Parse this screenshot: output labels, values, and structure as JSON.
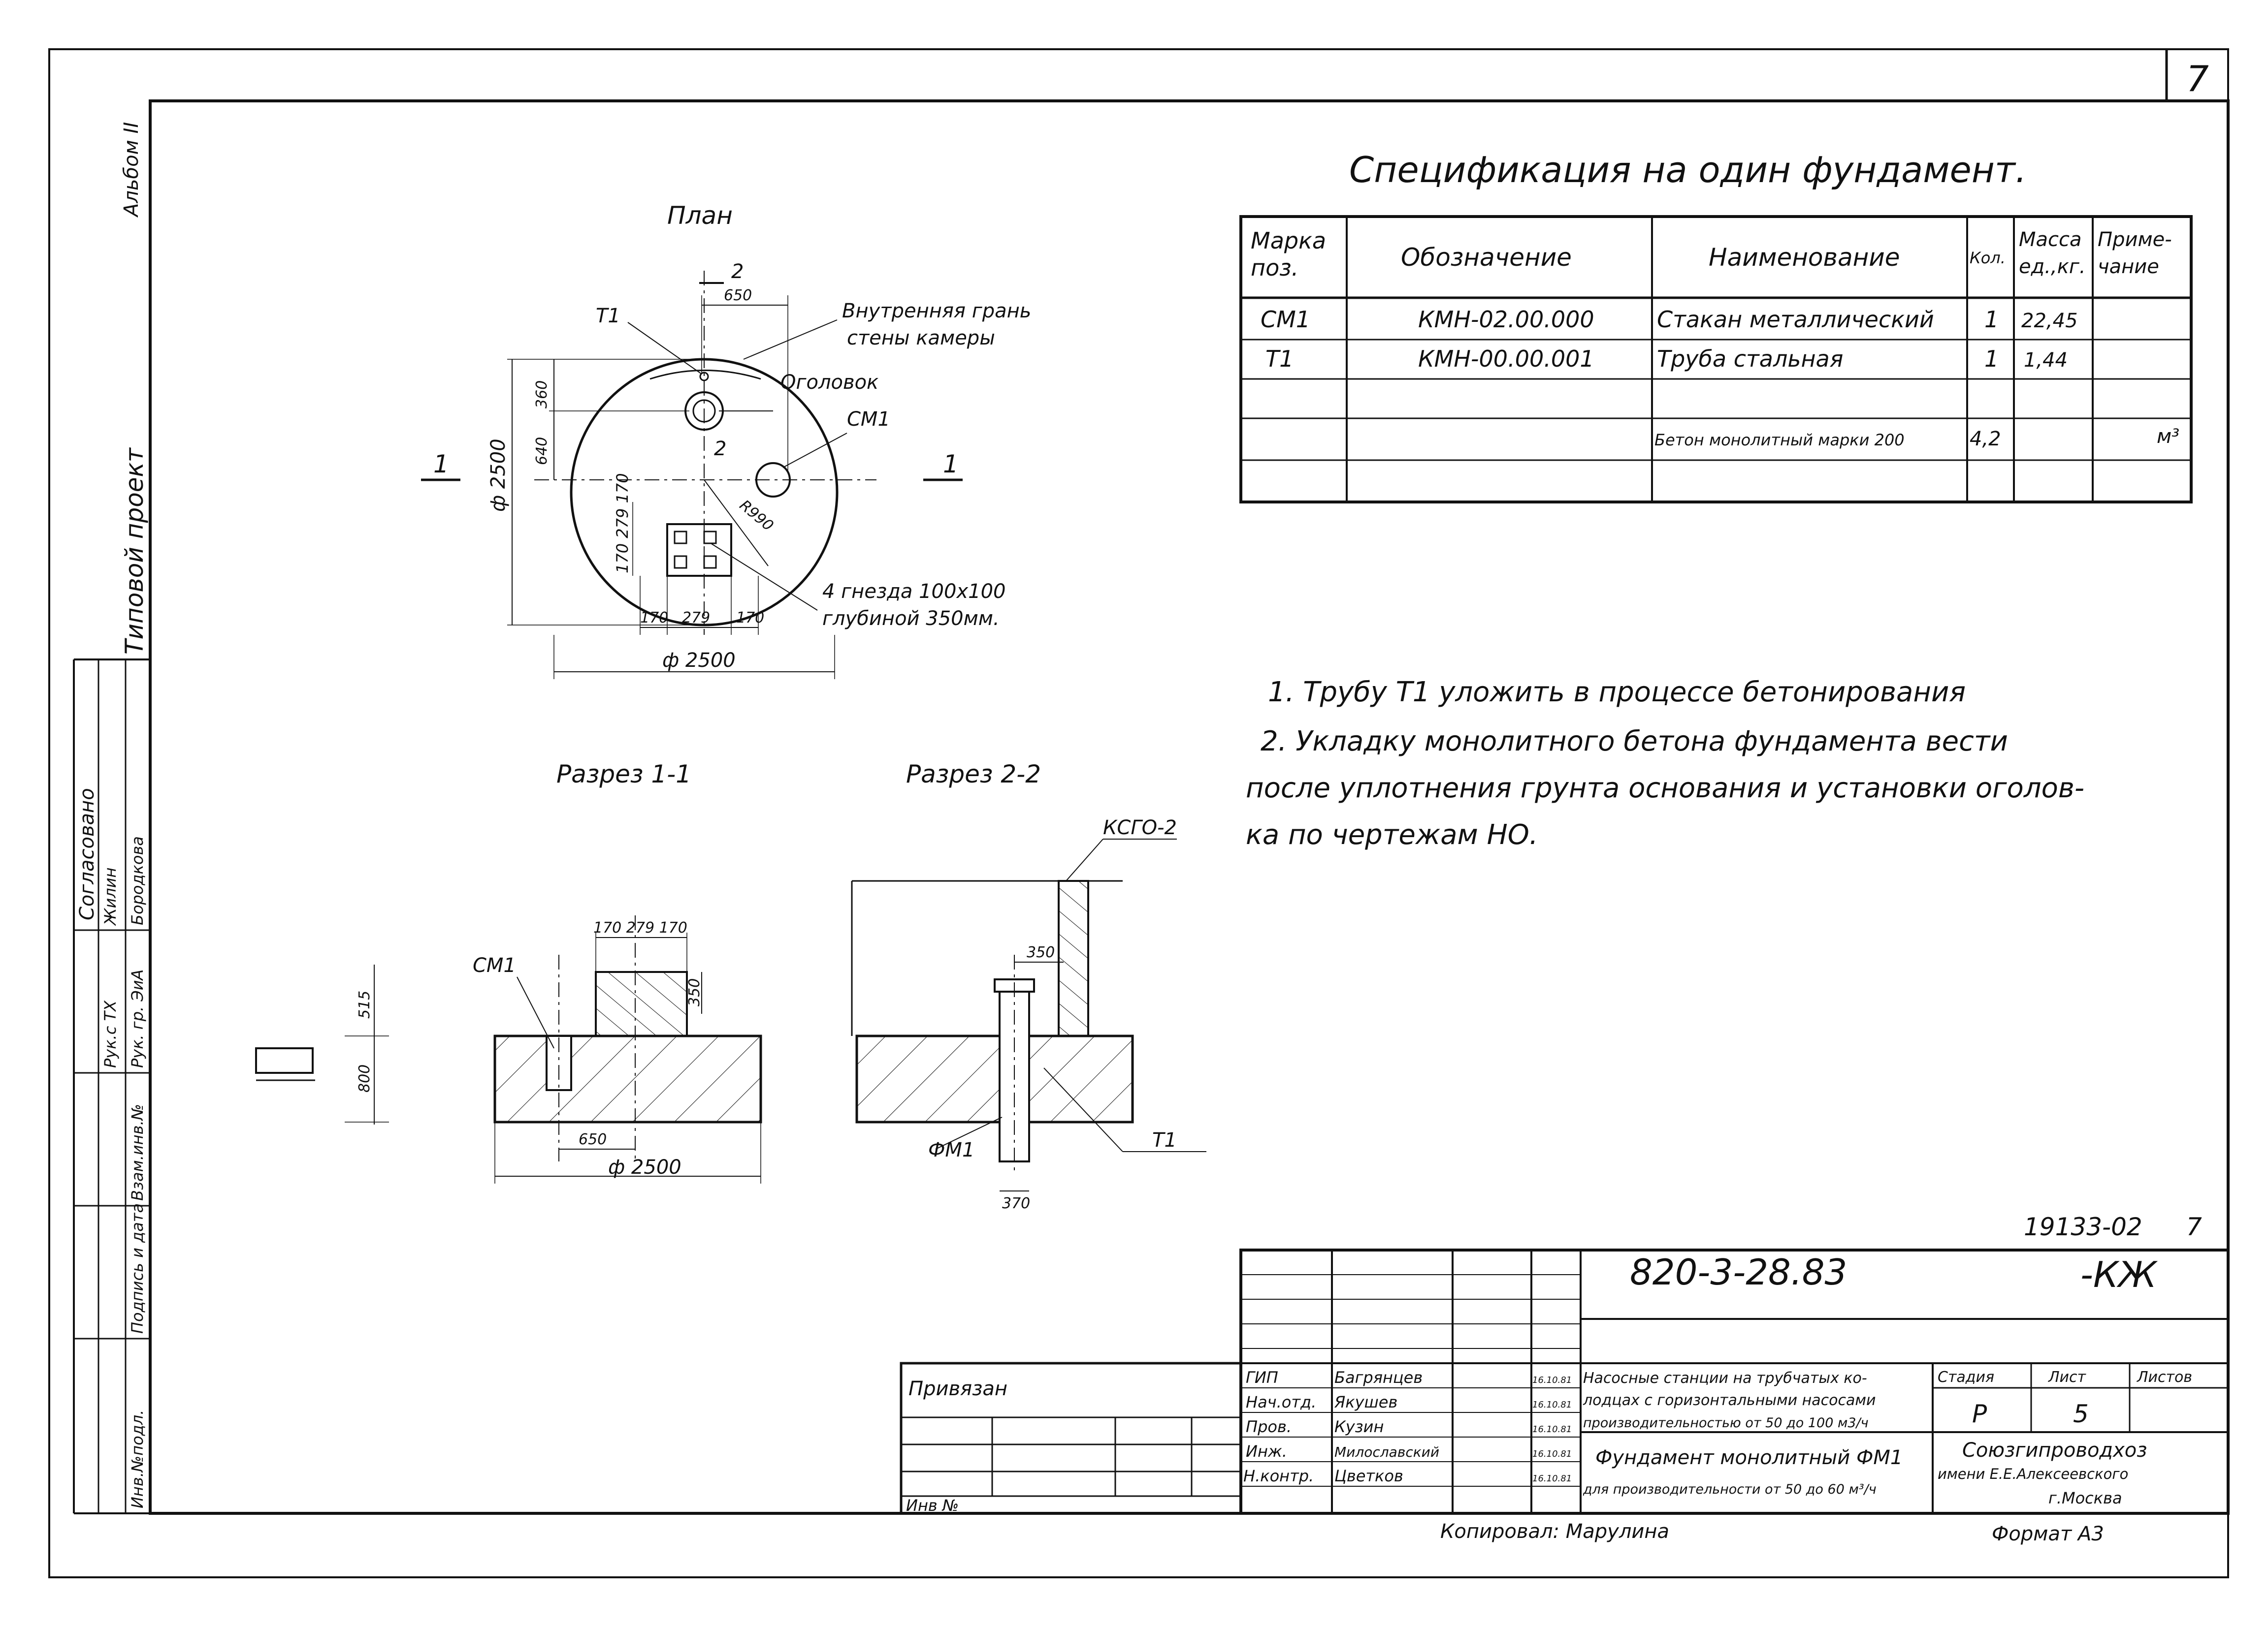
{
  "sheet": {
    "page_number": "7",
    "album": "Альбом II",
    "project_type": "Типовой проект"
  },
  "side_stamp": {
    "agreed": "Согласовано",
    "row1_role": "Рук.с ТХ",
    "row1_name": "Жилин",
    "row2_role": "Рук. гр. ЭиА",
    "row2_name": "Бородкова",
    "col1": "Взам.инв.№",
    "col2": "Подпись и дата",
    "col3": "Инв.№подл."
  },
  "plan": {
    "title": "План",
    "label_t1": "Т1",
    "label_inner_face_1": "Внутренняя грань",
    "label_inner_face_2": "стены камеры",
    "label_ogolovok": "Оголовок",
    "label_cm1": "СМ1",
    "label_r": "R990",
    "label_nests_1": "4 гнезда 100х100",
    "label_nests_2": "глубиной 350мм.",
    "dim_650": "650",
    "dim_360": "360",
    "dim_640": "640",
    "dim_dia_v": "ф 2500",
    "dim_dia_h": "ф 2500",
    "dim_170a": "170",
    "dim_279": "279",
    "dim_170b": "170",
    "dim_small": "170 279 170",
    "sec_mark_2": "2",
    "sec_mark_2b": "2",
    "sec_mark_1a": "1",
    "sec_mark_1b": "1"
  },
  "section11": {
    "title": "Разрез 1-1",
    "label_cm1": "СМ1",
    "dim_top": "170 279 170",
    "dim_350": "350",
    "dim_515": "515",
    "dim_800": "800",
    "dim_650": "650",
    "dim_dia": "ф 2500"
  },
  "section22": {
    "title": "Разрез 2-2",
    "label_ksgo": "КСГО-2",
    "dim_350": "350",
    "label_fm1": "ФМ1",
    "dim_370": "370",
    "label_t1": "Т1"
  },
  "spec": {
    "title": "Спецификация на один фундамент.",
    "headers": [
      "Марка поз.",
      "Обозначение",
      "Наименование",
      "Кол.",
      "Масса ед.,кг.",
      "Приме- чание"
    ],
    "header_lines": [
      [
        "Марка",
        "поз."
      ],
      [
        "Обозначение"
      ],
      [
        "Наименование"
      ],
      [
        "Кол."
      ],
      [
        "Масса",
        "ед.,кг."
      ],
      [
        "Приме-",
        "чание"
      ]
    ],
    "rows": [
      [
        "СМ1",
        "КМН-02.00.000",
        "Стакан металлический",
        "1",
        "22,45",
        ""
      ],
      [
        "Т1",
        "КМН-00.00.001",
        "Труба стальная",
        "1",
        "1,44",
        ""
      ],
      [
        "",
        "",
        "",
        "",
        "",
        ""
      ],
      [
        "",
        "",
        "Бетон монолитный марки 200",
        "4,2",
        "",
        "м³"
      ],
      [
        "",
        "",
        "",
        "",
        "",
        ""
      ]
    ]
  },
  "notes": [
    "1. Трубу Т1 уложить в процессе бетонирования",
    "2. Укладку монолитного бетона фундамента вести",
    "после уплотнения грунта основания и установки оголов-",
    "ка по чертежам НО."
  ],
  "title_block": {
    "inventory": "19133-02",
    "inventory_sheet": "7",
    "doc_code": "820-3-28.83",
    "doc_suffix": "-КЖ",
    "privyazan": "Привязан",
    "inv_no": "Инв №",
    "roles": [
      [
        "ГИП",
        "Багрянцев",
        "16.10.81"
      ],
      [
        "Нач.отд.",
        "Якушев",
        "16.10.81"
      ],
      [
        "Пров.",
        "Кузин",
        "16.10.81"
      ],
      [
        "Инж.",
        "Милославский",
        "16.10.81"
      ],
      [
        "Н.контр.",
        "Цветков",
        "16.10.81"
      ]
    ],
    "desc_1": "Насосные станции на трубчатых ко-",
    "desc_2": "лодцах с горизонтальными насосами",
    "desc_3": "производительностью от 50 до 100 м3/ч",
    "stage_header": "Стадия",
    "sheet_header": "Лист",
    "sheets_header": "Листов",
    "stage": "Р",
    "sheet_no": "5",
    "product_1": "Фундамент монолитный ФМ1",
    "product_2": "для производительности от 50 до 60 м³/ч",
    "org_1": "Союзгипроводхоз",
    "org_2": "имени Е.Е.Алексеевского",
    "org_3": "г.Москва",
    "copied": "Копировал: Марулина",
    "format": "Формат А3"
  },
  "colors": {
    "ink": "#111111",
    "paper": "#ffffff"
  }
}
